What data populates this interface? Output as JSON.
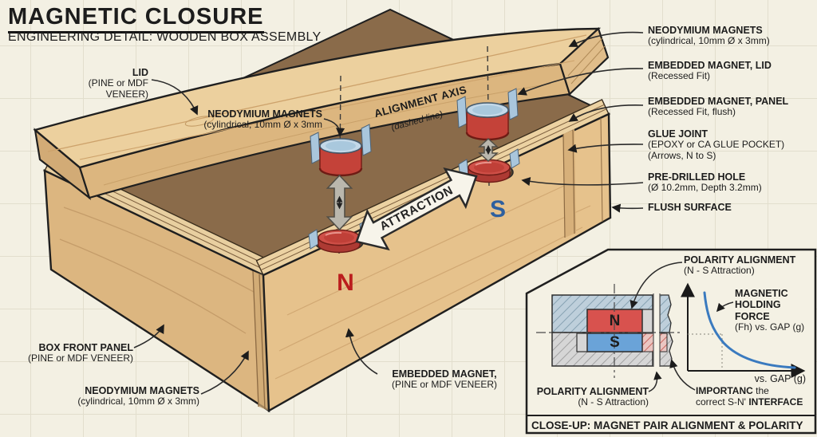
{
  "title": "MAGNETIC CLOSURE",
  "subtitle": "ENGINEERING DETAIL: WOODEN BOX ASSEMBLY",
  "labels": {
    "lid": {
      "name": "LID",
      "detail": "(PINE or MDF VENEER)"
    },
    "magnets_upper_left": {
      "name": "NEODYMIUM MAGNETS",
      "detail": "(cylindrical, 10mm Ø x 3mm"
    },
    "box_front_panel": {
      "name": "BOX FRONT PANEL",
      "detail": "(PINE or MDF VENEER)"
    },
    "magnets_lower_left": {
      "name": "NEODYMIUM MAGNETS",
      "detail": "(cylindrical, 10mm Ø x 3mm)"
    },
    "embedded_magnet_center": {
      "name": "EMBEDDED MAGNET,",
      "detail": "(PINE or MDF VENEER)"
    },
    "right_column": [
      {
        "name": "NEODYMIUM MAGNETS",
        "line2": "(cylindrical, 10mm Ø x 3mm)"
      },
      {
        "name": "EMBEDDED MAGNET, LID",
        "line2": "(Recessed Fit)"
      },
      {
        "name": "EMBEDDED MAGNET, PANEL",
        "line2": "(Recessed Fit, flush)"
      },
      {
        "name": "GLUE JOINT",
        "line2": "(EPOXY or CA GLUE POCKET)",
        "line3": "(Arrows, N to S)"
      },
      {
        "name": "PRE-DRILLED HOLE",
        "line2": "(Ø 10.2mm, Depth 3.2mm)"
      },
      {
        "name": "FLUSH SURFACE"
      }
    ]
  },
  "diagram": {
    "alignment_axis": "ALIGNMENT AXIS",
    "alignment_axis_sub": "(dashed line)",
    "attraction_label": "ATTRACTION",
    "pole_north": "N",
    "pole_south": "S"
  },
  "inset": {
    "caption": "CLOSE-UP: MAGNET PAIR ALIGNMENT & POLARITY",
    "polarity_top": {
      "name": "POLARITY ALIGNMENT",
      "detail": "(N - S Attraction)"
    },
    "holding_force": {
      "line1": "MAGNETIC",
      "line2": "HOLDING FORCE",
      "line3": "(Fh) vs. GAP (g)"
    },
    "polarity_bottom": {
      "name": "POLARITY ALIGNMENT",
      "detail": "(N - S Attraction)"
    },
    "importance": {
      "bold1": "IMPORTANC",
      "rest1": " the",
      "rest2": "correct S-N' ",
      "bold2": "INTERFACE"
    },
    "x_axis_label": "vs. GAP (g)",
    "magnet_top": "N",
    "magnet_bottom": "S",
    "chart_data": {
      "type": "line",
      "title": "MAGNETIC HOLDING FORCE (Fh) vs. GAP (g)",
      "xlabel": "vs. GAP (g)",
      "ylabel": "Fh",
      "series": [
        {
          "name": "Magnetic holding force Fh",
          "x": [
            0,
            1,
            2,
            3,
            4,
            5,
            6,
            7,
            8
          ],
          "values": [
            100,
            62,
            38,
            24,
            15,
            10,
            7,
            5,
            4
          ]
        }
      ],
      "axis_tick_labels": false,
      "grid": false,
      "legend_position": "none",
      "annotation_reference_point": {
        "x": 2,
        "y": 38
      }
    }
  },
  "colors": {
    "background": "#f3f0e3",
    "grid": "#e2decd",
    "wood_light": "#ecd09e",
    "wood_mid": "#e6c28c",
    "wood_dark": "#dcb680",
    "interior_brown": "#8a6b4a",
    "outline": "#1f1f1f",
    "magnet_red": "#cf4f47",
    "magnet_top_blue": "#c3d8e8",
    "pole_n_red": "#bb1d1d",
    "pole_s_blue": "#2d5f9f",
    "inset_lid_hatch": "#becfdb",
    "inset_panel_hatch": "#d6d6d6",
    "curve_blue": "#3a7abf"
  }
}
